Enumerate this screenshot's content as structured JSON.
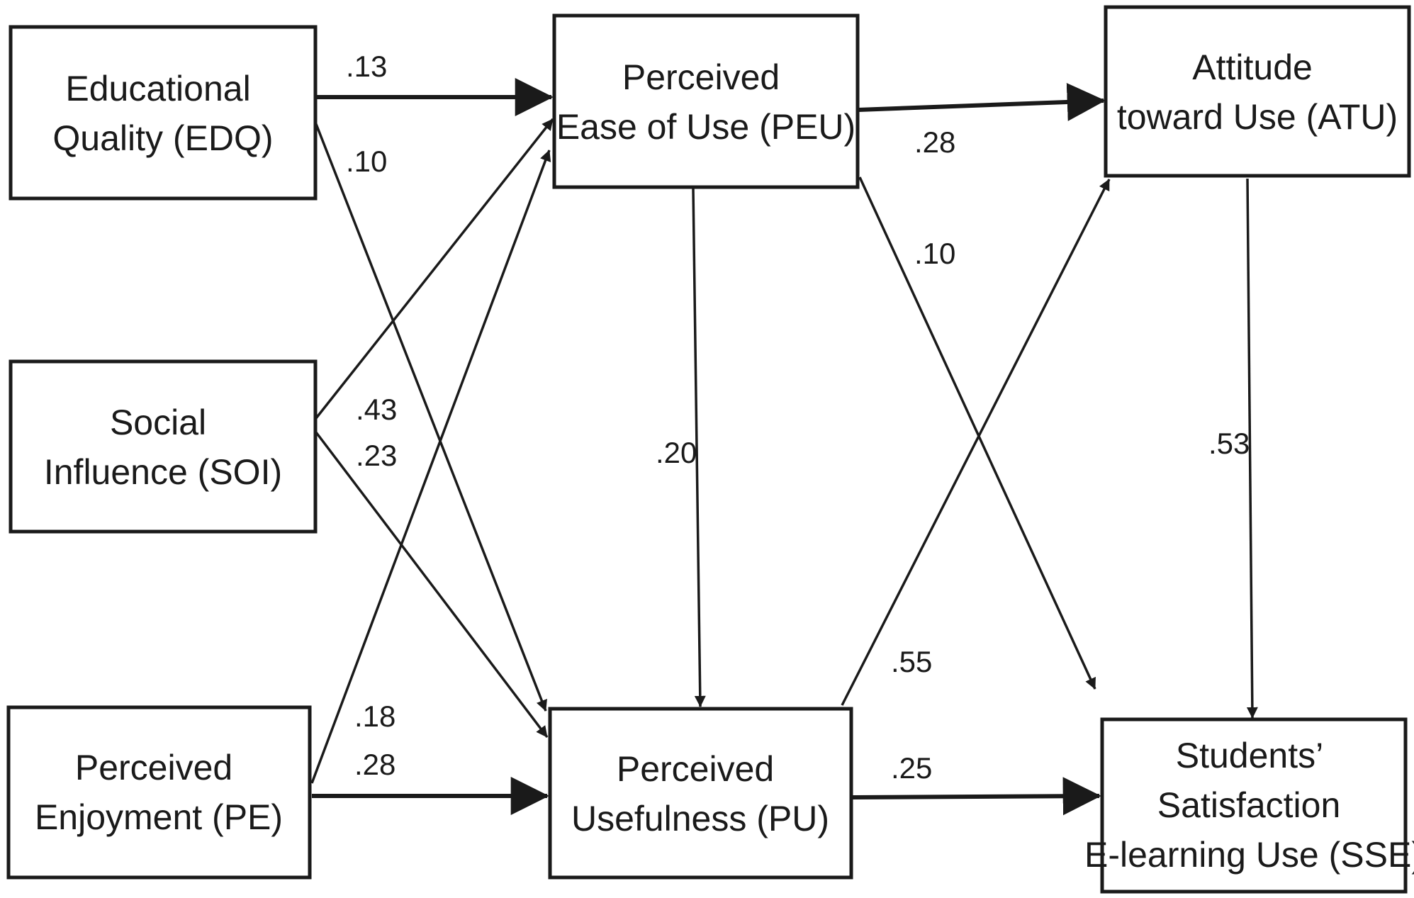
{
  "nodes": {
    "edq": {
      "lines": [
        "Educational",
        "Quality (EDQ)"
      ]
    },
    "soi": {
      "lines": [
        "Social",
        "Influence (SOI)"
      ]
    },
    "pe": {
      "lines": [
        "Perceived",
        "Enjoyment (PE)"
      ]
    },
    "peu": {
      "lines": [
        "Perceived",
        "Ease of Use (PEU)"
      ]
    },
    "pu": {
      "lines": [
        "Perceived",
        "Usefulness (PU)"
      ]
    },
    "atu": {
      "lines": [
        "Attitude",
        "toward Use (ATU)"
      ]
    },
    "sse": {
      "lines": [
        "Students’",
        "Satisfaction",
        "E-learning Use (SSE)"
      ]
    }
  },
  "paths": {
    "edq_peu": {
      "from": "edq",
      "to": "peu",
      "coef": ".13"
    },
    "edq_pu": {
      "from": "edq",
      "to": "pu",
      "coef": ".10"
    },
    "soi_peu": {
      "from": "soi",
      "to": "peu",
      "coef": ".43"
    },
    "soi_pu": {
      "from": "soi",
      "to": "pu",
      "coef": ".23"
    },
    "pe_peu": {
      "from": "pe",
      "to": "peu",
      "coef": ".18"
    },
    "pe_pu": {
      "from": "pe",
      "to": "pu",
      "coef": ".28"
    },
    "peu_atu": {
      "from": "peu",
      "to": "atu",
      "coef": ".28"
    },
    "peu_sse": {
      "from": "peu",
      "to": "sse",
      "coef": ".10"
    },
    "peu_pu": {
      "from": "peu",
      "to": "pu",
      "coef": ".20"
    },
    "pu_atu": {
      "from": "pu",
      "to": "atu",
      "coef": ".55"
    },
    "pu_sse": {
      "from": "pu",
      "to": "sse",
      "coef": ".25"
    },
    "atu_sse": {
      "from": "atu",
      "to": "sse",
      "coef": ".53"
    }
  }
}
